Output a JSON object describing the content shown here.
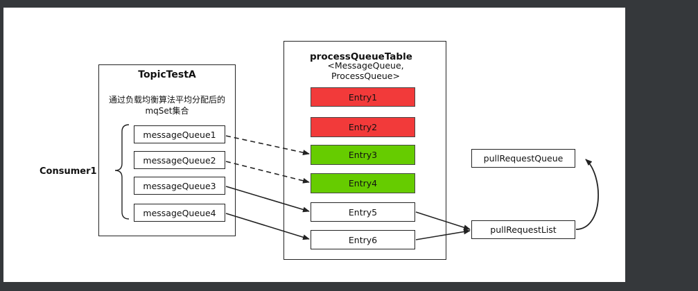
{
  "consumer": {
    "label": "Consumer1"
  },
  "topic": {
    "title": "TopicTestA",
    "subtitle_line1": "通过负载均衡算法平均分配后的",
    "subtitle_line2": "mqSet集合",
    "queues": [
      "messageQueue1",
      "messageQueue2",
      "messageQueue3",
      "messageQueue4"
    ]
  },
  "process_table": {
    "title": "processQueueTable",
    "subtitle_line1": "<MessageQueue,",
    "subtitle_line2": "ProcessQueue>",
    "entries": [
      {
        "label": "Entry1",
        "state": "red"
      },
      {
        "label": "Entry2",
        "state": "red"
      },
      {
        "label": "Entry3",
        "state": "green"
      },
      {
        "label": "Entry4",
        "state": "green"
      },
      {
        "label": "Entry5",
        "state": "white"
      },
      {
        "label": "Entry6",
        "state": "white"
      }
    ]
  },
  "pull": {
    "request_list": "pullRequestList",
    "request_queue": "pullRequestQueue"
  },
  "colors": {
    "red": "#f23a3a",
    "green": "#66cc00",
    "background": "#35383b"
  }
}
